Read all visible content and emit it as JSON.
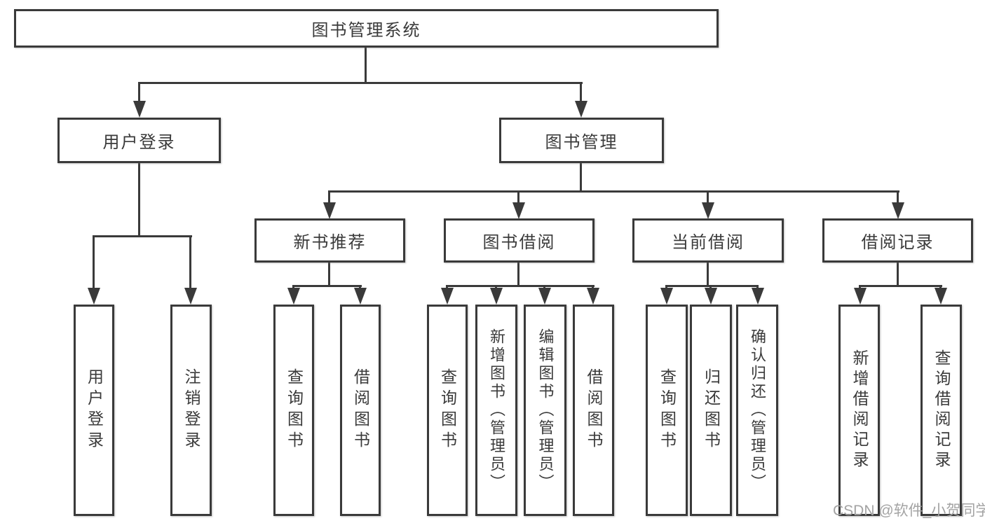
{
  "diagram": {
    "title": "图书管理系统",
    "type": "functional-structure-tree",
    "tree": {
      "root": {
        "label": "图书管理系统"
      },
      "branches": [
        {
          "label": "用户登录",
          "children": [
            {
              "label": "用户登录"
            },
            {
              "label": "注销登录"
            }
          ]
        },
        {
          "label": "图书管理",
          "children": [
            {
              "label": "新书推荐",
              "children": [
                {
                  "label": "查询图书"
                },
                {
                  "label": "借阅图书"
                }
              ]
            },
            {
              "label": "图书借阅",
              "children": [
                {
                  "label": "查询图书"
                },
                {
                  "label": "新增图书（管理员）"
                },
                {
                  "label": "编辑图书（管理员）"
                },
                {
                  "label": "借阅图书"
                }
              ]
            },
            {
              "label": "当前借阅",
              "children": [
                {
                  "label": "查询图书"
                },
                {
                  "label": "归还图书"
                },
                {
                  "label": "确认归还（管理员）"
                }
              ]
            },
            {
              "label": "借阅记录",
              "children": [
                {
                  "label": "新增借阅记录"
                },
                {
                  "label": "查询借阅记录"
                }
              ]
            }
          ]
        }
      ]
    },
    "watermark": "CSDN @软件_小贺同学",
    "colors": {
      "line": "#3a3a3a",
      "text": "#3a3a3a",
      "watermark": "#a3a3a3",
      "background": "#ffffff"
    }
  }
}
